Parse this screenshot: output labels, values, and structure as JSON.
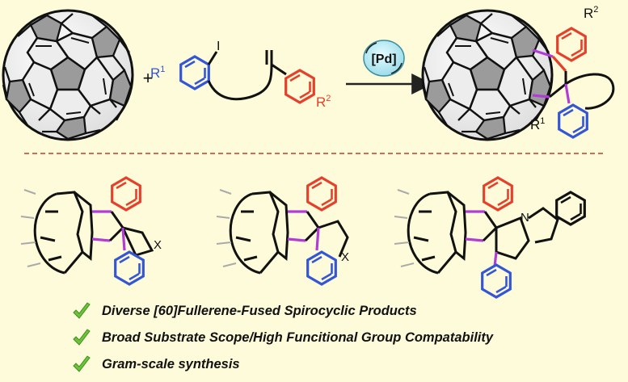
{
  "colors": {
    "background": "#fdfbd9",
    "red_ring": "#e5402b",
    "blue_ring": "#3355d6",
    "purple_bond": "#b23cd6",
    "check_green": "#6cc33a",
    "catalyst_fill": "#aee6ef",
    "divider": "#b8402f"
  },
  "scheme": {
    "plus": "+",
    "catalyst": "[Pd]",
    "iodo": "I",
    "r1": {
      "base": "R",
      "sup": "1"
    },
    "r2": {
      "base": "R",
      "sup": "2"
    }
  },
  "products": [
    {
      "heteroatom": "X"
    },
    {
      "heteroatom": "X"
    },
    {
      "heteroatom": "N"
    }
  ],
  "bullets": [
    "Diverse [60]Fullerene-Fused Spirocyclic Products",
    "Broad Substrate Scope/High Funcitional Group Compatability",
    "Gram-scale synthesis"
  ],
  "icons": {
    "bullet": "check-icon",
    "cycle": "catalytic-cycle-arrows-icon"
  }
}
